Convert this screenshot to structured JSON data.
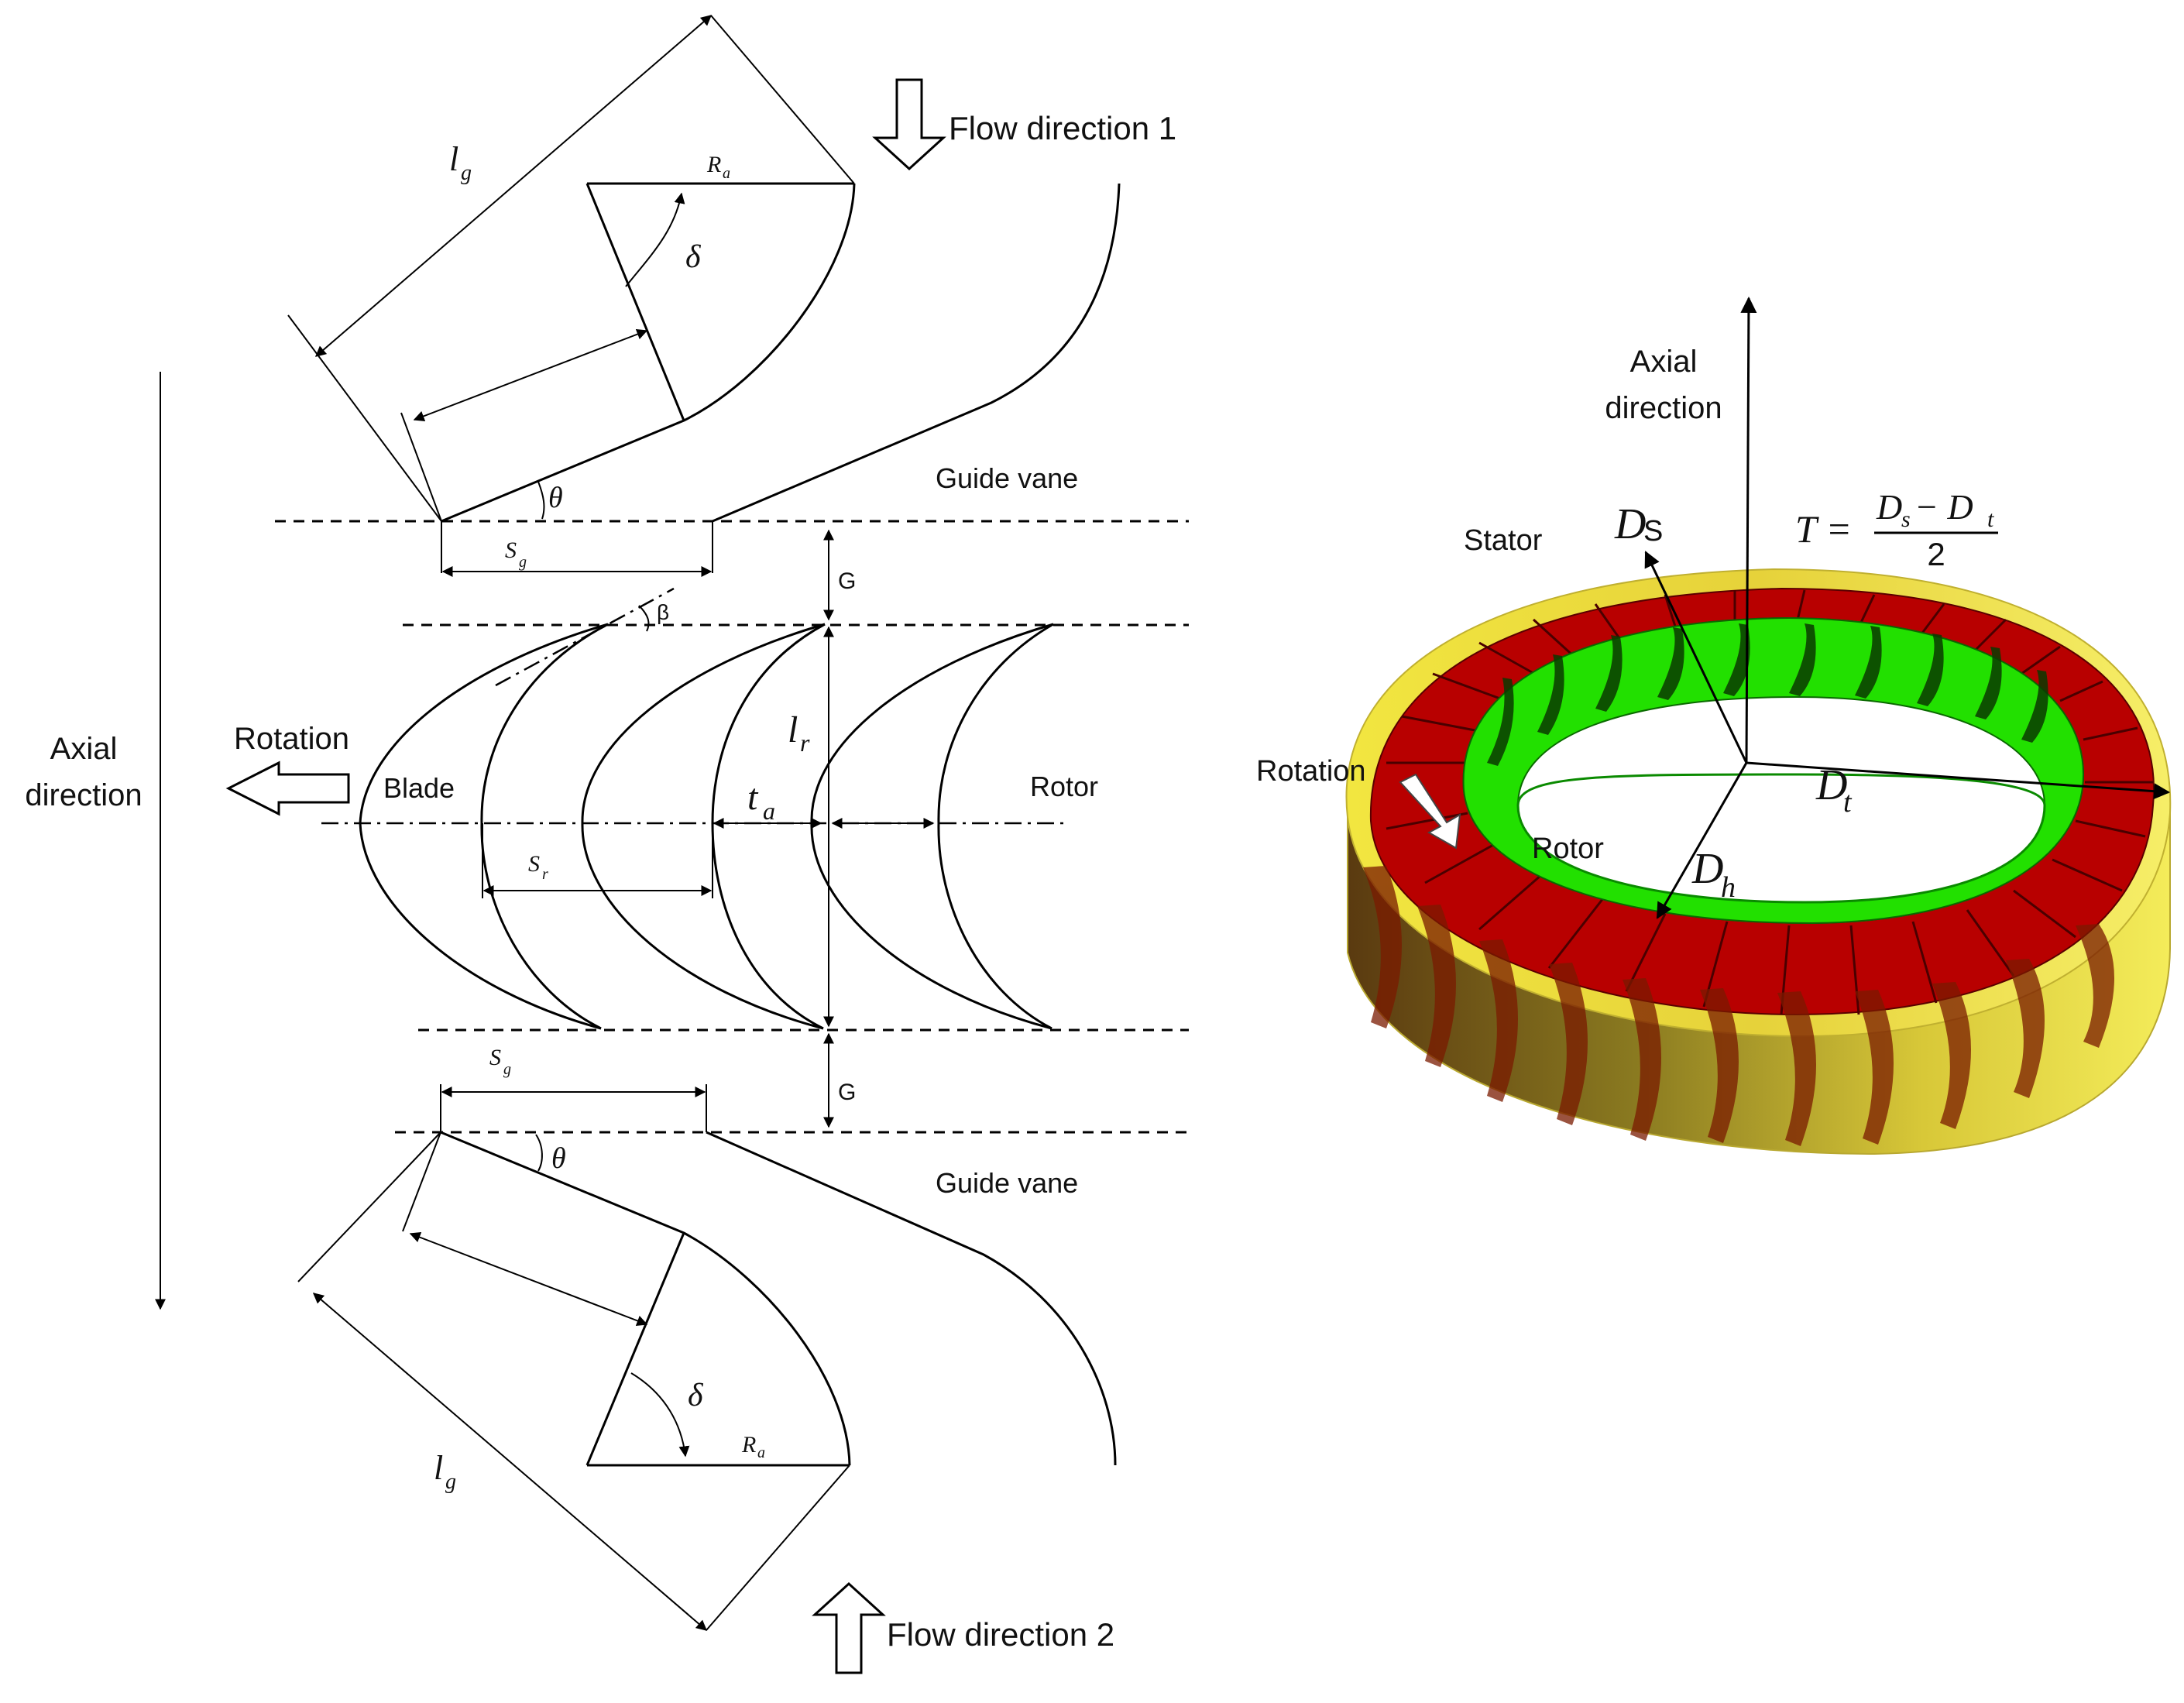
{
  "labels": {
    "flow_direction_1": "Flow direction 1",
    "flow_direction_2": "Flow direction 2",
    "guide_vane_top": "Guide vane",
    "guide_vane_bottom": "Guide vane",
    "axial_direction_left_1": "Axial",
    "axial_direction_left_2": "direction",
    "rotation_left": "Rotation",
    "blade": "Blade",
    "rotor_left": "Rotor",
    "G_top": "G",
    "G_bottom": "G",
    "beta": "β",
    "axial_direction_right_1": "Axial",
    "axial_direction_right_2": "direction",
    "stator": "Stator",
    "rotation_right": "Rotation",
    "rotor_right": "Rotor"
  },
  "symbols": {
    "lg_top": "l",
    "lg_top_sub": "g",
    "lg_bottom": "l",
    "lg_bottom_sub": "g",
    "Ra_top": "R",
    "Ra_top_sub": "a",
    "Ra_bottom": "R",
    "Ra_bottom_sub": "a",
    "delta_top": "δ",
    "delta_bottom": "δ",
    "theta_top": "θ",
    "theta_bottom": "θ",
    "Sg_top": "S",
    "Sg_top_sub": "g",
    "Sg_bottom": "S",
    "Sg_bottom_sub": "g",
    "lr": "l",
    "lr_sub": "r",
    "ta": "t",
    "ta_sub": "a",
    "Sr": "S",
    "Sr_sub": "r",
    "Ds": "D",
    "Ds_sub": "S",
    "Dt": "D",
    "Dt_sub": "t",
    "Dh": "D",
    "Dh_sub": "h",
    "T_formula_left": "T =",
    "T_formula_num": "D",
    "T_formula_num_sub1": "s",
    "T_formula_minus": " − D",
    "T_formula_num_sub2": "t",
    "T_formula_den": "2"
  },
  "colors": {
    "line": "#000000",
    "stator_yellow": "#f2e84a",
    "blade_red": "#b00000",
    "rotor_green": "#22e000",
    "background": "#ffffff"
  }
}
